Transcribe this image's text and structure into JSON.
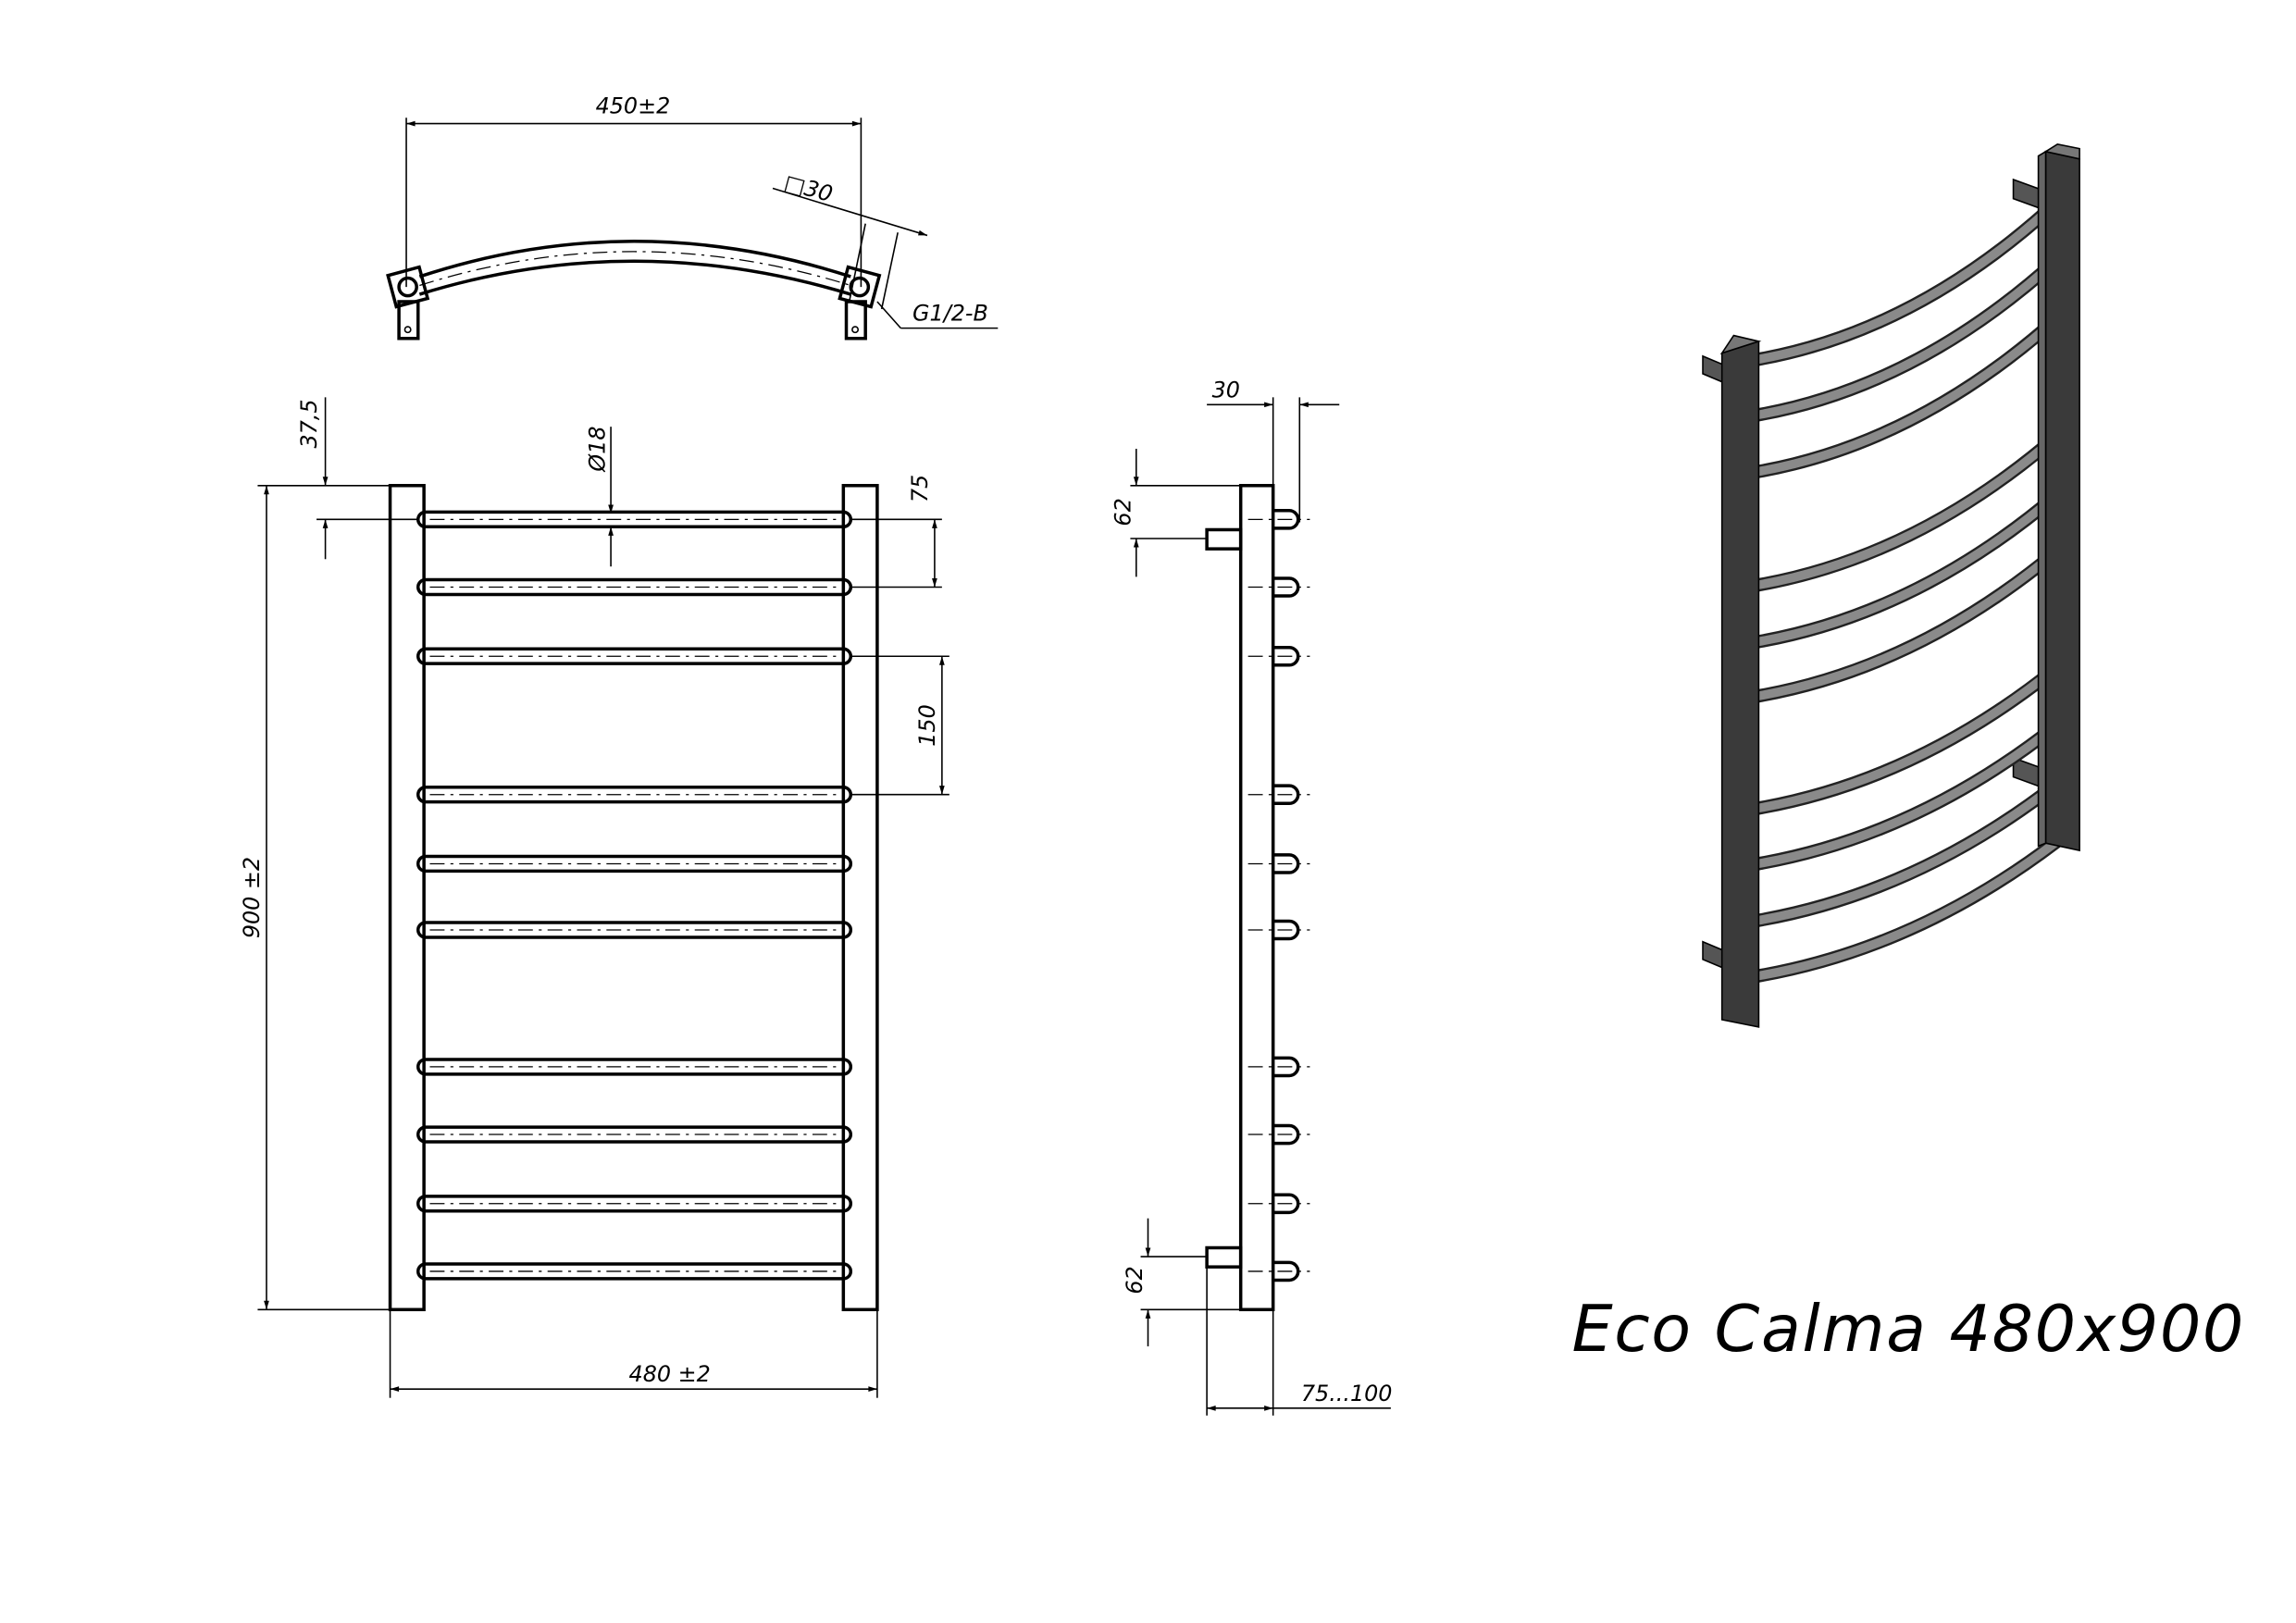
{
  "product_title": "Eco Calma  480x900",
  "dimensions": {
    "top_width": "450±2",
    "square_profile": "□30",
    "thread": "G1/2-B",
    "top_offset": "37,5",
    "bar_diameter": "Ø18",
    "bar_pitch_small": "75",
    "bar_pitch_large": "150",
    "total_height": "900 ±2",
    "total_width": "480 ±2",
    "side_depth": "30",
    "connection_top": "62",
    "connection_bottom": "62",
    "wall_distance": "75...100"
  },
  "colors": {
    "line": "#000000",
    "render_post": "#3a3a3a",
    "render_bar": "#8a8a8a"
  }
}
